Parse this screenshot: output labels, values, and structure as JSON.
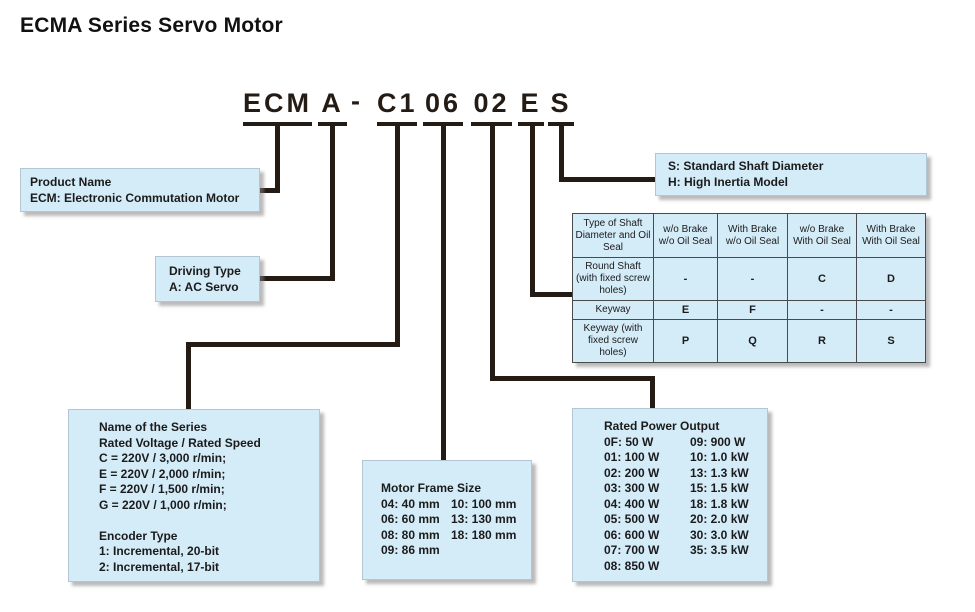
{
  "title": "ECMA Series Servo Motor",
  "model_code": {
    "product": "ECM",
    "driving": "A",
    "dash": "-",
    "series": "C1",
    "frame": "06",
    "power": "02",
    "shaft": "E",
    "inertia": "S"
  },
  "product_box": {
    "line1": "Product Name",
    "line2": "ECM: Electronic Commutation Motor"
  },
  "driving_box": {
    "line1": "Driving Type",
    "line2": "A: AC Servo"
  },
  "sh_box": {
    "line1": "S: Standard Shaft Diameter",
    "line2": "H: High Inertia Model"
  },
  "series_box": {
    "lines": [
      "Name of the Series",
      "Rated Voltage / Rated Speed",
      "C = 220V / 3,000 r/min;",
      "E = 220V / 2,000 r/min;",
      "F = 220V / 1,500 r/min;",
      "G = 220V / 1,000 r/min;",
      "",
      "Encoder Type",
      "1: Incremental, 20-bit",
      "2: Incremental, 17-bit"
    ]
  },
  "frame_box": {
    "title": "Motor Frame Size",
    "rows": [
      [
        "04: 40 mm",
        "10: 100 mm"
      ],
      [
        "06: 60 mm",
        "13: 130 mm"
      ],
      [
        "08: 80 mm",
        "18: 180 mm"
      ],
      [
        "09: 86 mm",
        ""
      ]
    ]
  },
  "power_box": {
    "title": "Rated Power Output",
    "rows": [
      [
        "0F: 50 W",
        "09: 900 W"
      ],
      [
        "01: 100 W",
        "10: 1.0 kW"
      ],
      [
        "02: 200 W",
        "13: 1.3 kW"
      ],
      [
        "03: 300 W",
        "15: 1.5 kW"
      ],
      [
        "04: 400 W",
        "18: 1.8 kW"
      ],
      [
        "05: 500 W",
        "20: 2.0 kW"
      ],
      [
        "06: 600 W",
        "30: 3.0 kW"
      ],
      [
        "07: 700 W",
        "35: 3.5 kW"
      ],
      [
        "08: 850 W",
        ""
      ]
    ]
  },
  "shaft_table": {
    "header": [
      "Type of Shaft Diameter and Oil Seal",
      "w/o Brake w/o Oil Seal",
      "With Brake w/o Oil Seal",
      "w/o Brake With Oil Seal",
      "With Brake With Oil Seal"
    ],
    "rows": [
      {
        "label": "Round Shaft (with fixed screw holes)",
        "cells": [
          "-",
          "-",
          "C",
          "D"
        ]
      },
      {
        "label": "Keyway",
        "cells": [
          "E",
          "F",
          "-",
          "-"
        ]
      },
      {
        "label": "Keyway (with fixed screw holes)",
        "cells": [
          "P",
          "Q",
          "R",
          "S"
        ]
      }
    ]
  },
  "colors": {
    "box_fill": "#d4ebf8",
    "line": "#241b14",
    "table_border": "#4a4a4a"
  }
}
